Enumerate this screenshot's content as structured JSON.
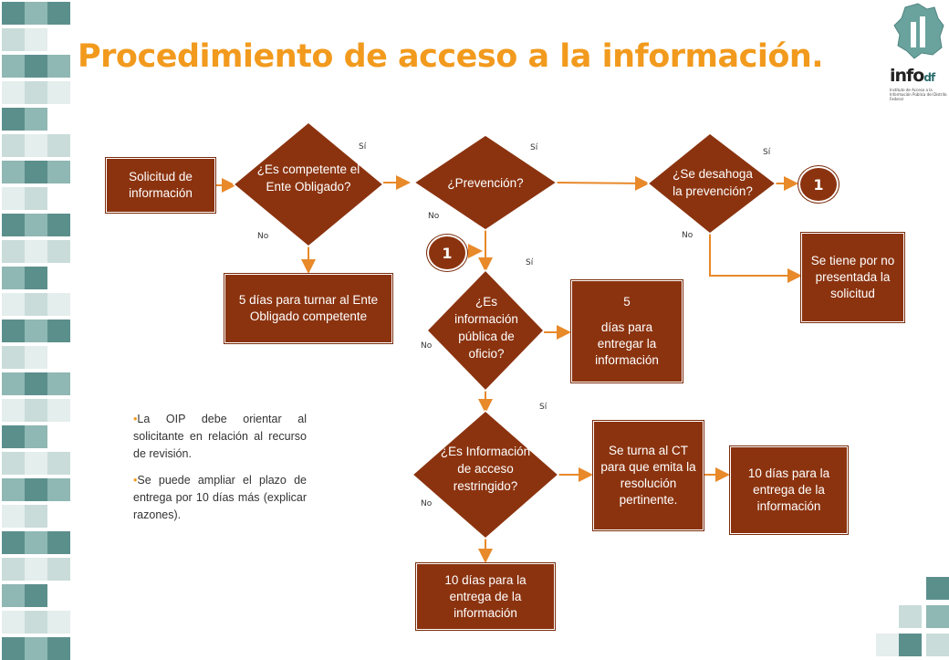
{
  "title": "Procedimiento de acceso a la información.",
  "logo": {
    "main": "info",
    "suffix": "df",
    "subtitle": "Instituto de Acceso a la Información Pública del Distrito Federal"
  },
  "nodes": {
    "solicitud": "Solicitud de información",
    "competente": "¿Es competente el Ente Obligado?",
    "turnar": "5 días para turnar al Ente Obligado competente",
    "prevencion": "¿Prevención?",
    "desahoga": "¿Se desahoga la prevención?",
    "conector_1": "1",
    "conector_1b": "1",
    "no_presentada": "Se tiene por no presentada la solicitud",
    "publica": "¿Es información pública de oficio?",
    "cinco_num": "5",
    "cinco_text": "días para entregar la información",
    "restringido": "¿Es Información de acceso restringido?",
    "turna_ct": "Se turna al CT para que emita la resolución pertinente.",
    "diez_a": "10 días para la entrega de la información",
    "diez_b": "10 días para la entrega de la información"
  },
  "labels": {
    "si_1": "Sí",
    "no_1": "No",
    "si_2": "Sí",
    "no_2": "No",
    "si_3": "Sí",
    "no_3": "No",
    "si_4": "Sí",
    "no_4": "No",
    "si_5": "Sí",
    "no_5": "No"
  },
  "notes": [
    "La OIP debe orientar al solicitante en relación al recurso de revisión.",
    "Se puede ampliar el plazo de entrega por 10 días más (explicar razones)."
  ],
  "colors": {
    "box": "#8b330f",
    "arrow": "#e8892a",
    "title": "#f29a1d",
    "tile_dark": "#5b8f8c",
    "tile_light": "#c9dcd9"
  }
}
